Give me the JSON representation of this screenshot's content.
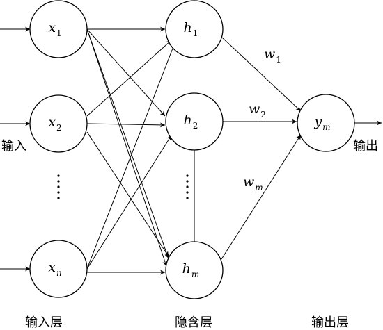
{
  "nodes": {
    "input": [
      {
        "var": "x",
        "sub": "1"
      },
      {
        "var": "x",
        "sub": "2"
      },
      {
        "var": "x",
        "sub": "n"
      }
    ],
    "hidden": [
      {
        "var": "h",
        "sub": "1"
      },
      {
        "var": "h",
        "sub": "2"
      },
      {
        "var": "h",
        "sub": "m"
      }
    ],
    "output": {
      "var": "y",
      "sub": "m"
    }
  },
  "weights": [
    {
      "var": "w",
      "sub": "1"
    },
    {
      "var": "w",
      "sub": "2"
    },
    {
      "var": "w",
      "sub": "m"
    }
  ],
  "labels": {
    "input_side": "输入",
    "output_side": "输出",
    "input_layer": "输入层",
    "hidden_layer": "隐含层",
    "output_layer": "输出层"
  }
}
